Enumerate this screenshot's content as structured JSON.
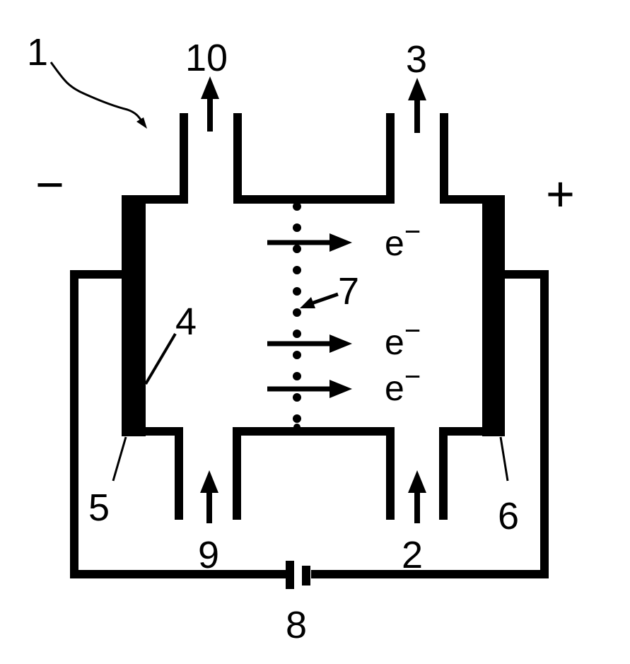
{
  "labels": {
    "device": "1",
    "outlet_left": "10",
    "outlet_right": "3",
    "electrode_label": "4",
    "membrane": "7",
    "left_electrode": "5",
    "right_electrode": "6",
    "inlet_left": "9",
    "inlet_right": "2",
    "power_source": "8"
  },
  "signs": {
    "negative": "−",
    "positive": "+"
  },
  "electrons": [
    {
      "symbol": "e",
      "charge": "−"
    },
    {
      "symbol": "e",
      "charge": "−"
    },
    {
      "symbol": "e",
      "charge": "−"
    }
  ],
  "colors": {
    "ink": "#000000",
    "background": "#ffffff"
  }
}
